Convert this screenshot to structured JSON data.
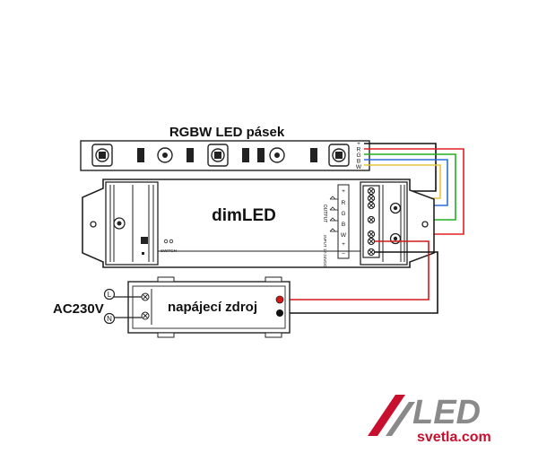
{
  "strip": {
    "title": "RGBW LED pásek",
    "pins": [
      "+",
      "R",
      "G",
      "B",
      "W"
    ]
  },
  "controller": {
    "name": "dimLED",
    "output_label": "OUTPUT",
    "input_label": "INPUT 12-24VDC",
    "output_terminals": [
      "+",
      "R",
      "G",
      "B",
      "W"
    ],
    "input_terminals": [
      "+",
      "−"
    ],
    "switch_label": "SWITCH"
  },
  "psu": {
    "name": "napájecí zdroj",
    "ac_label": "AC230V",
    "live_label": "L",
    "neutral_label": "N"
  },
  "logo": {
    "brand": "LED",
    "site": "svetla.com"
  },
  "colors": {
    "wire_plus": "#111111",
    "wire_r": "#e02020",
    "wire_g": "#20b020",
    "wire_b": "#2a6fd8",
    "wire_w": "#e8c43a",
    "wire_dc_plus": "#d41818",
    "wire_dc_minus": "#111111",
    "logo_red": "#c8102e",
    "logo_gray": "#8a8a8a"
  }
}
